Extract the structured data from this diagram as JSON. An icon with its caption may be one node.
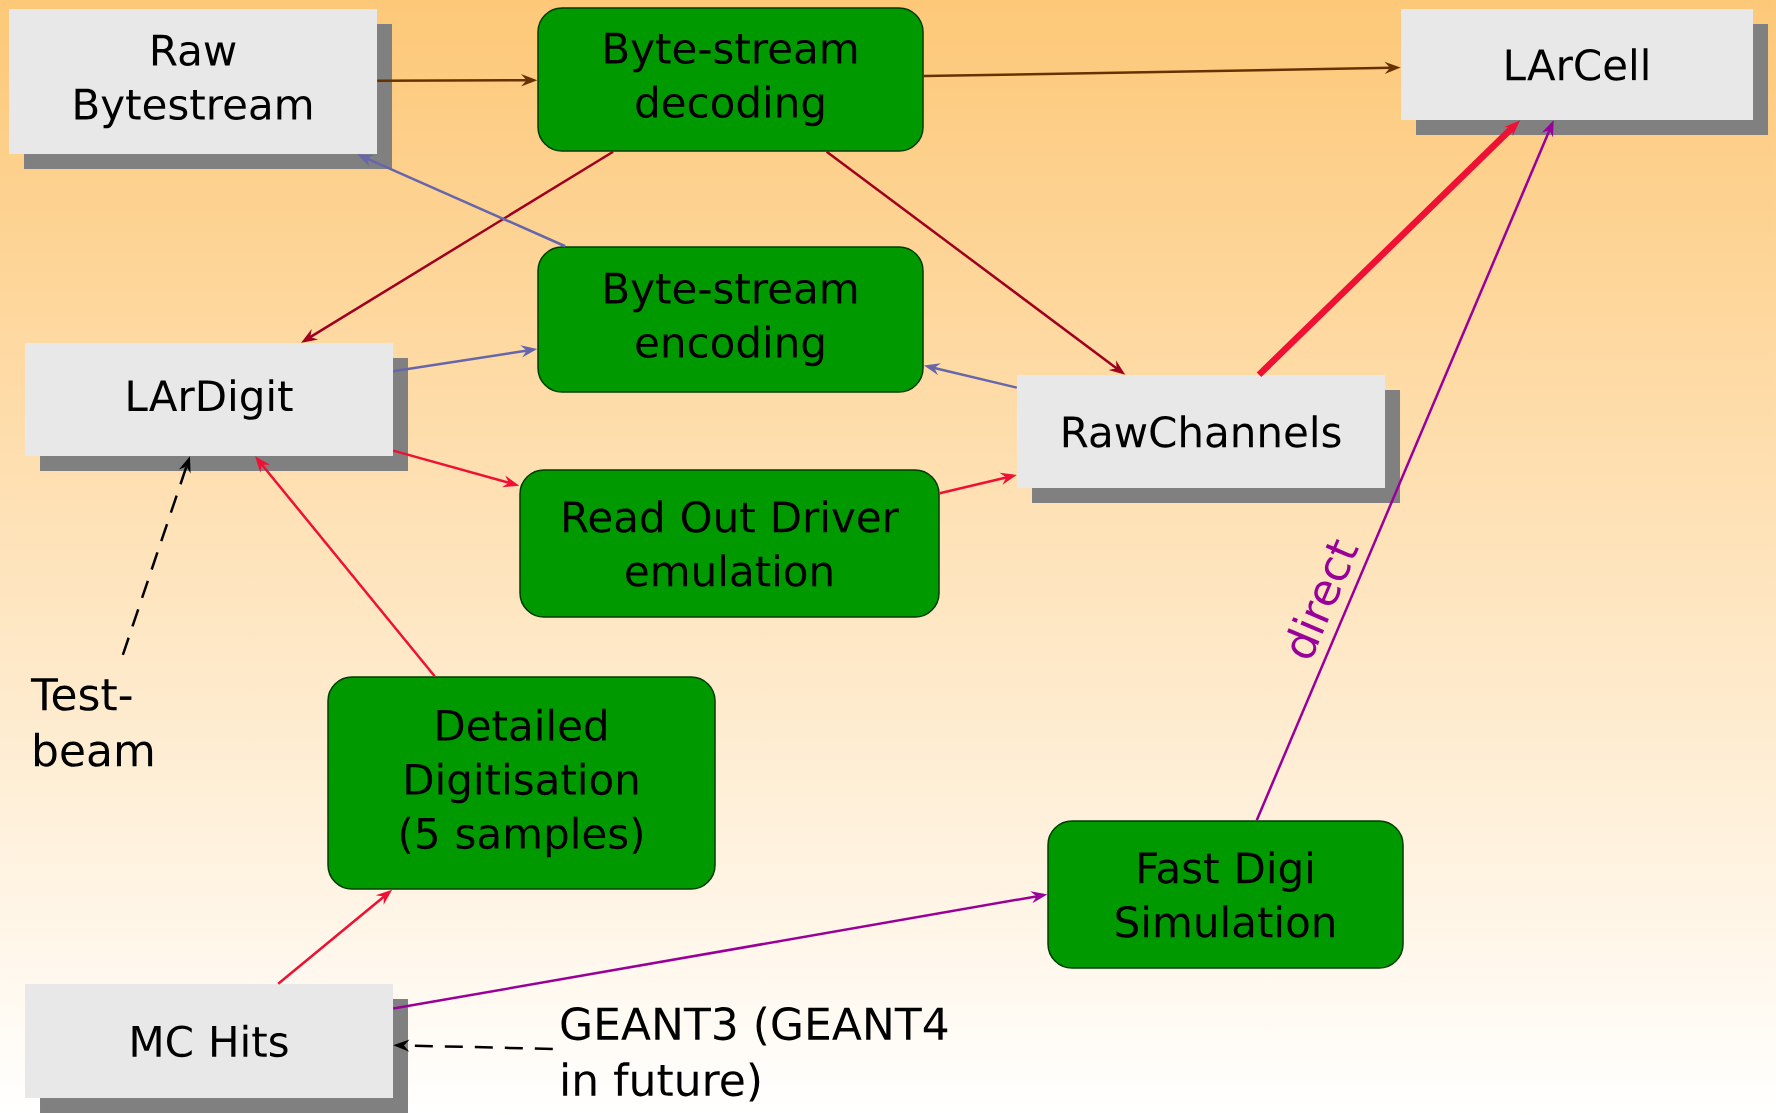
{
  "diagram": {
    "nodes": [
      {
        "text": [
          "Raw Bytestream"
        ]
      },
      {
        "text": [
          "Byte-stream decoding"
        ]
      },
      {
        "text": [
          "LArCell"
        ]
      },
      {
        "text": [
          "Byte-stream encoding"
        ]
      },
      {
        "text": [
          "LArDigit"
        ]
      },
      {
        "text": [
          "RawChannels"
        ]
      },
      {
        "text": [
          "Read Out Driver emulation"
        ]
      },
      {
        "text": [
          "Test-beam"
        ]
      },
      {
        "text": [
          "Detailed Digitisation (5 samples)"
        ]
      },
      {
        "text": [
          "Fast Digi Simulation"
        ]
      },
      {
        "text": [
          "MC Hits"
        ]
      },
      {
        "text": [
          "GEANT3 (GEANT4 in future)"
        ]
      }
    ],
    "edges": [
      {
        "from": 0,
        "to": 1,
        "arrow": "to",
        "color": "#663300"
      },
      {
        "from": 1,
        "to": 2,
        "arrow": "to",
        "color": "#663300"
      },
      {
        "from": 1,
        "to": 4,
        "arrow": "to",
        "color": "#a00020"
      },
      {
        "from": 1,
        "to": 5,
        "arrow": "to",
        "color": "#a00020"
      },
      {
        "from": 3,
        "to": 0,
        "arrow": "to",
        "color": "#6666aa"
      },
      {
        "from": 4,
        "to": 3,
        "arrow": "to",
        "color": "#6666aa"
      },
      {
        "from": 5,
        "to": 3,
        "arrow": "to",
        "color": "#6666aa"
      },
      {
        "from": 4,
        "to": 6,
        "arrow": "to"
      },
      {
        "from": 6,
        "to": 5,
        "arrow": "to"
      },
      {
        "from": 5,
        "to": 2,
        "arrow": "to",
        "style": "thick"
      },
      {
        "from": 8,
        "to": 4,
        "arrow": "to"
      },
      {
        "from": 10,
        "to": 8,
        "arrow": "to"
      },
      {
        "from": 10,
        "to": 9,
        "arrow": "to",
        "color": "#990099"
      },
      {
        "from": 9,
        "to": 2,
        "arrow": "to",
        "color": "#990099",
        "label": "direct"
      },
      {
        "from": 7,
        "to": 4,
        "arrow": "to",
        "style": "dashed",
        "color": "#000000"
      },
      {
        "from": 11,
        "to": 10,
        "arrow": "to",
        "style": "dashed",
        "color": "#000000"
      }
    ]
  }
}
